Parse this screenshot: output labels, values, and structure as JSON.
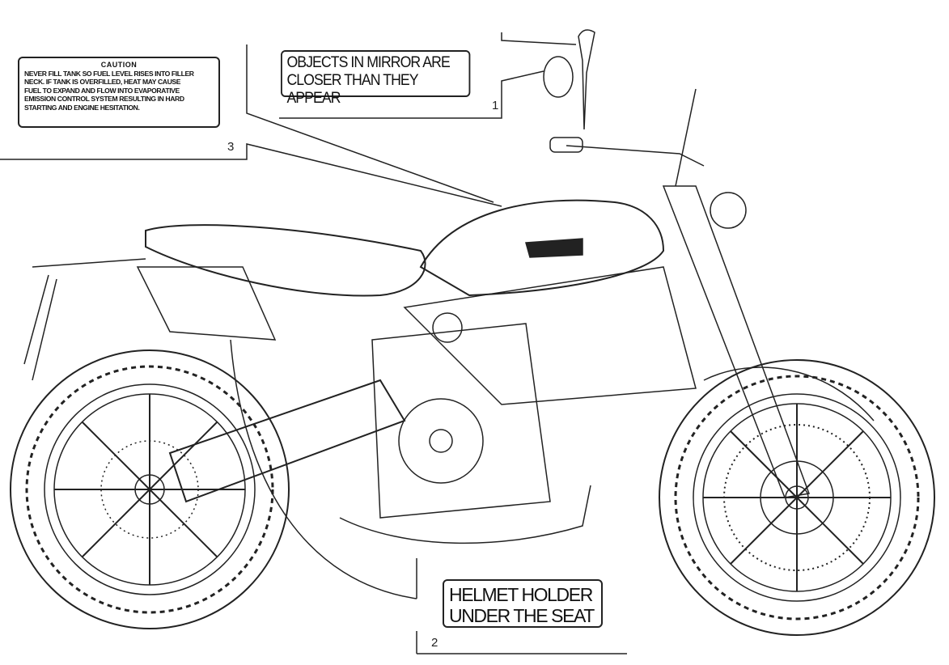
{
  "labels": {
    "caution": {
      "title": "CAUTION",
      "lines": [
        "NEVER FILL TANK SO FUEL LEVEL RISES INTO FILLER",
        "NECK. IF TANK IS OVERFILLED, HEAT MAY CAUSE",
        "FUEL TO EXPAND AND FLOW INTO EVAPORATIVE",
        "EMISSION CONTROL SYSTEM RESULTING IN HARD",
        "STARTING AND ENGINE HESITATION."
      ]
    },
    "mirror": {
      "lines": [
        "OBJECTS IN MIRROR ARE",
        "CLOSER THAN THEY APPEAR"
      ]
    },
    "helmet": {
      "lines": [
        "HELMET HOLDER",
        "UNDER THE SEAT"
      ]
    }
  },
  "callouts": {
    "one": "1",
    "two": "2",
    "three": "3"
  },
  "colors": {
    "line": "#222222",
    "background": "#ffffff"
  }
}
